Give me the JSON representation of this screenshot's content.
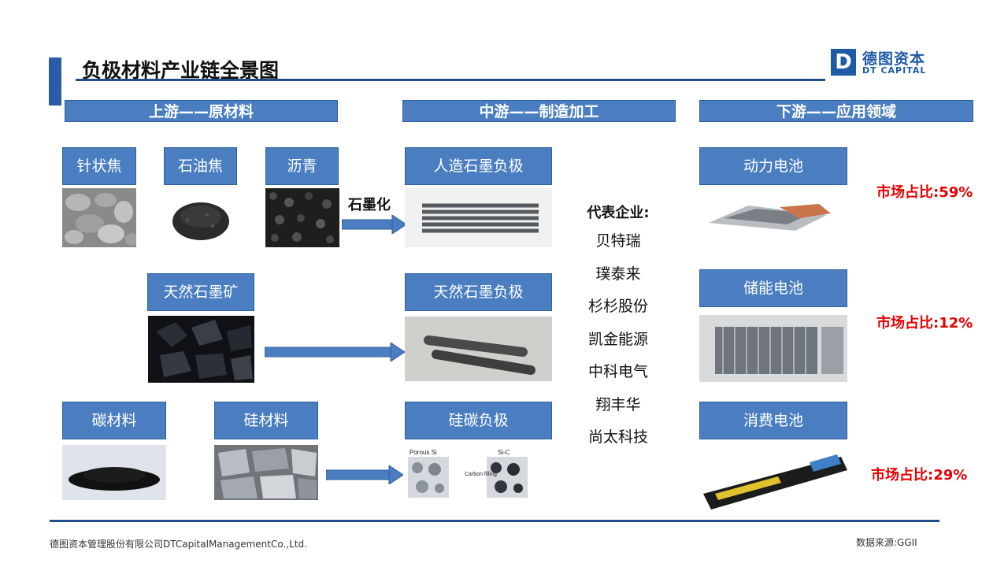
{
  "title": "负极材料产业链全景图",
  "logo": {
    "mark": "D",
    "cn": "德图资本",
    "en": "DT CAPITAL"
  },
  "stages": {
    "upstream": "上游——原材料",
    "midstream": "中游——制造加工",
    "downstream": "下游——应用领域"
  },
  "raw_materials": {
    "needle_coke": "针状焦",
    "petroleum_coke": "石油焦",
    "pitch": "沥青",
    "natural_graphite_ore": "天然石墨矿",
    "carbon_material": "碳材料",
    "silicon_material": "硅材料"
  },
  "process_label": "石墨化",
  "products": {
    "artificial_graphite": "人造石墨负极",
    "natural_graphite": "天然石墨负极",
    "silicon_carbon": "硅碳负极",
    "porous_si_label": "Porous Si",
    "si_c_label": "Si-C",
    "carbon_filling_label": "Carbon filling"
  },
  "companies": {
    "title": "代表企业:",
    "items": [
      "贝特瑞",
      "璞泰来",
      "杉杉股份",
      "凯金能源",
      "中科电气",
      "翔丰华",
      "尚太科技"
    ]
  },
  "applications": {
    "power": {
      "label": "动力电池",
      "share": "市场占比:59%"
    },
    "storage": {
      "label": "储能电池",
      "share": "市场占比:12%"
    },
    "consumer": {
      "label": "消费电池",
      "share": "市场占比:29%"
    }
  },
  "footer": {
    "company": "德图资本管理股份有限公司DTCapitalManagementCo.,Ltd.",
    "source": "数据来源:GGII"
  },
  "colors": {
    "accent": "#2a5caa",
    "box": "#4a7ec0",
    "share": "#e60000"
  }
}
